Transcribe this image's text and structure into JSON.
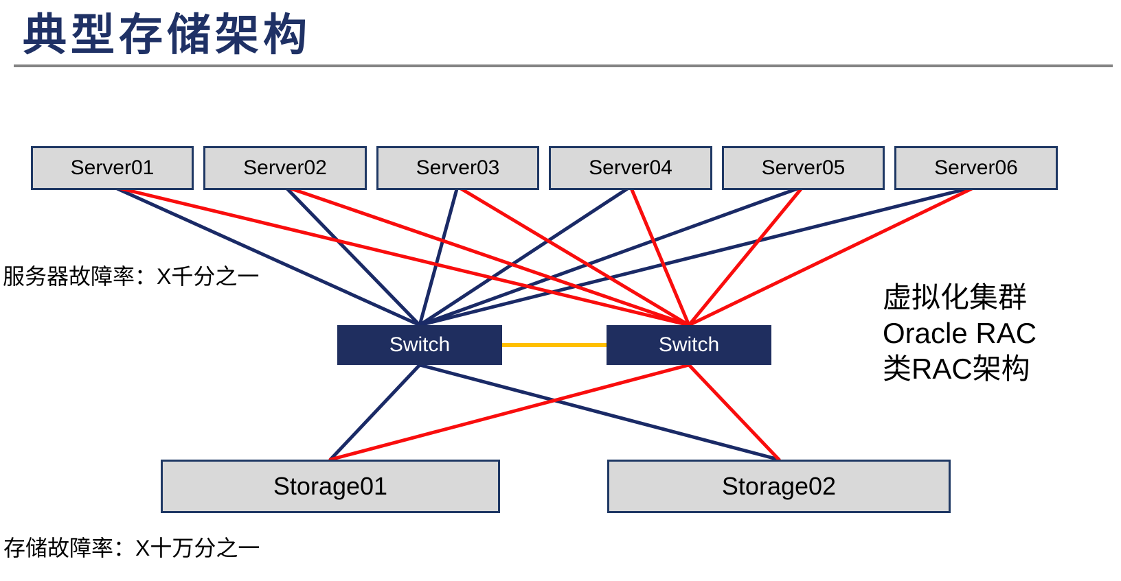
{
  "title": "典型存储架构",
  "nodes": {
    "servers": [
      "Server01",
      "Server02",
      "Server03",
      "Server04",
      "Server05",
      "Server06"
    ],
    "switches": [
      "Switch",
      "Switch"
    ],
    "storages": [
      "Storage01",
      "Storage02"
    ]
  },
  "notes": {
    "server_failure_rate": "服务器故障率：X千分之一",
    "storage_failure_rate": "存储故障率：X十万分之一",
    "annotation": [
      "虚拟化集群",
      "Oracle RAC",
      "类RAC架构"
    ]
  },
  "edges": [
    {
      "from": "Server01",
      "to": "Switch1",
      "color": "blue"
    },
    {
      "from": "Server02",
      "to": "Switch1",
      "color": "blue"
    },
    {
      "from": "Server03",
      "to": "Switch1",
      "color": "blue"
    },
    {
      "from": "Server04",
      "to": "Switch1",
      "color": "blue"
    },
    {
      "from": "Server05",
      "to": "Switch1",
      "color": "blue"
    },
    {
      "from": "Server06",
      "to": "Switch1",
      "color": "blue"
    },
    {
      "from": "Server01",
      "to": "Switch2",
      "color": "red"
    },
    {
      "from": "Server02",
      "to": "Switch2",
      "color": "red"
    },
    {
      "from": "Server03",
      "to": "Switch2",
      "color": "red"
    },
    {
      "from": "Server04",
      "to": "Switch2",
      "color": "red"
    },
    {
      "from": "Server05",
      "to": "Switch2",
      "color": "red"
    },
    {
      "from": "Server06",
      "to": "Switch2",
      "color": "red"
    },
    {
      "from": "Switch1",
      "to": "Storage01",
      "color": "blue"
    },
    {
      "from": "Switch1",
      "to": "Storage02",
      "color": "blue"
    },
    {
      "from": "Switch2",
      "to": "Storage01",
      "color": "red"
    },
    {
      "from": "Switch2",
      "to": "Storage02",
      "color": "red"
    },
    {
      "from": "Switch1",
      "to": "Switch2",
      "color": "gold"
    }
  ],
  "colors": {
    "title-navy": "#1F3165",
    "box-border": "#1F3864",
    "box-fill": "#D9D9D9",
    "switch-fill": "#1F2E5F",
    "edge-blue": "#1A2A66",
    "edge-red": "#F90D0D",
    "edge-gold": "#FFC000",
    "rule-gray": "#848484"
  }
}
